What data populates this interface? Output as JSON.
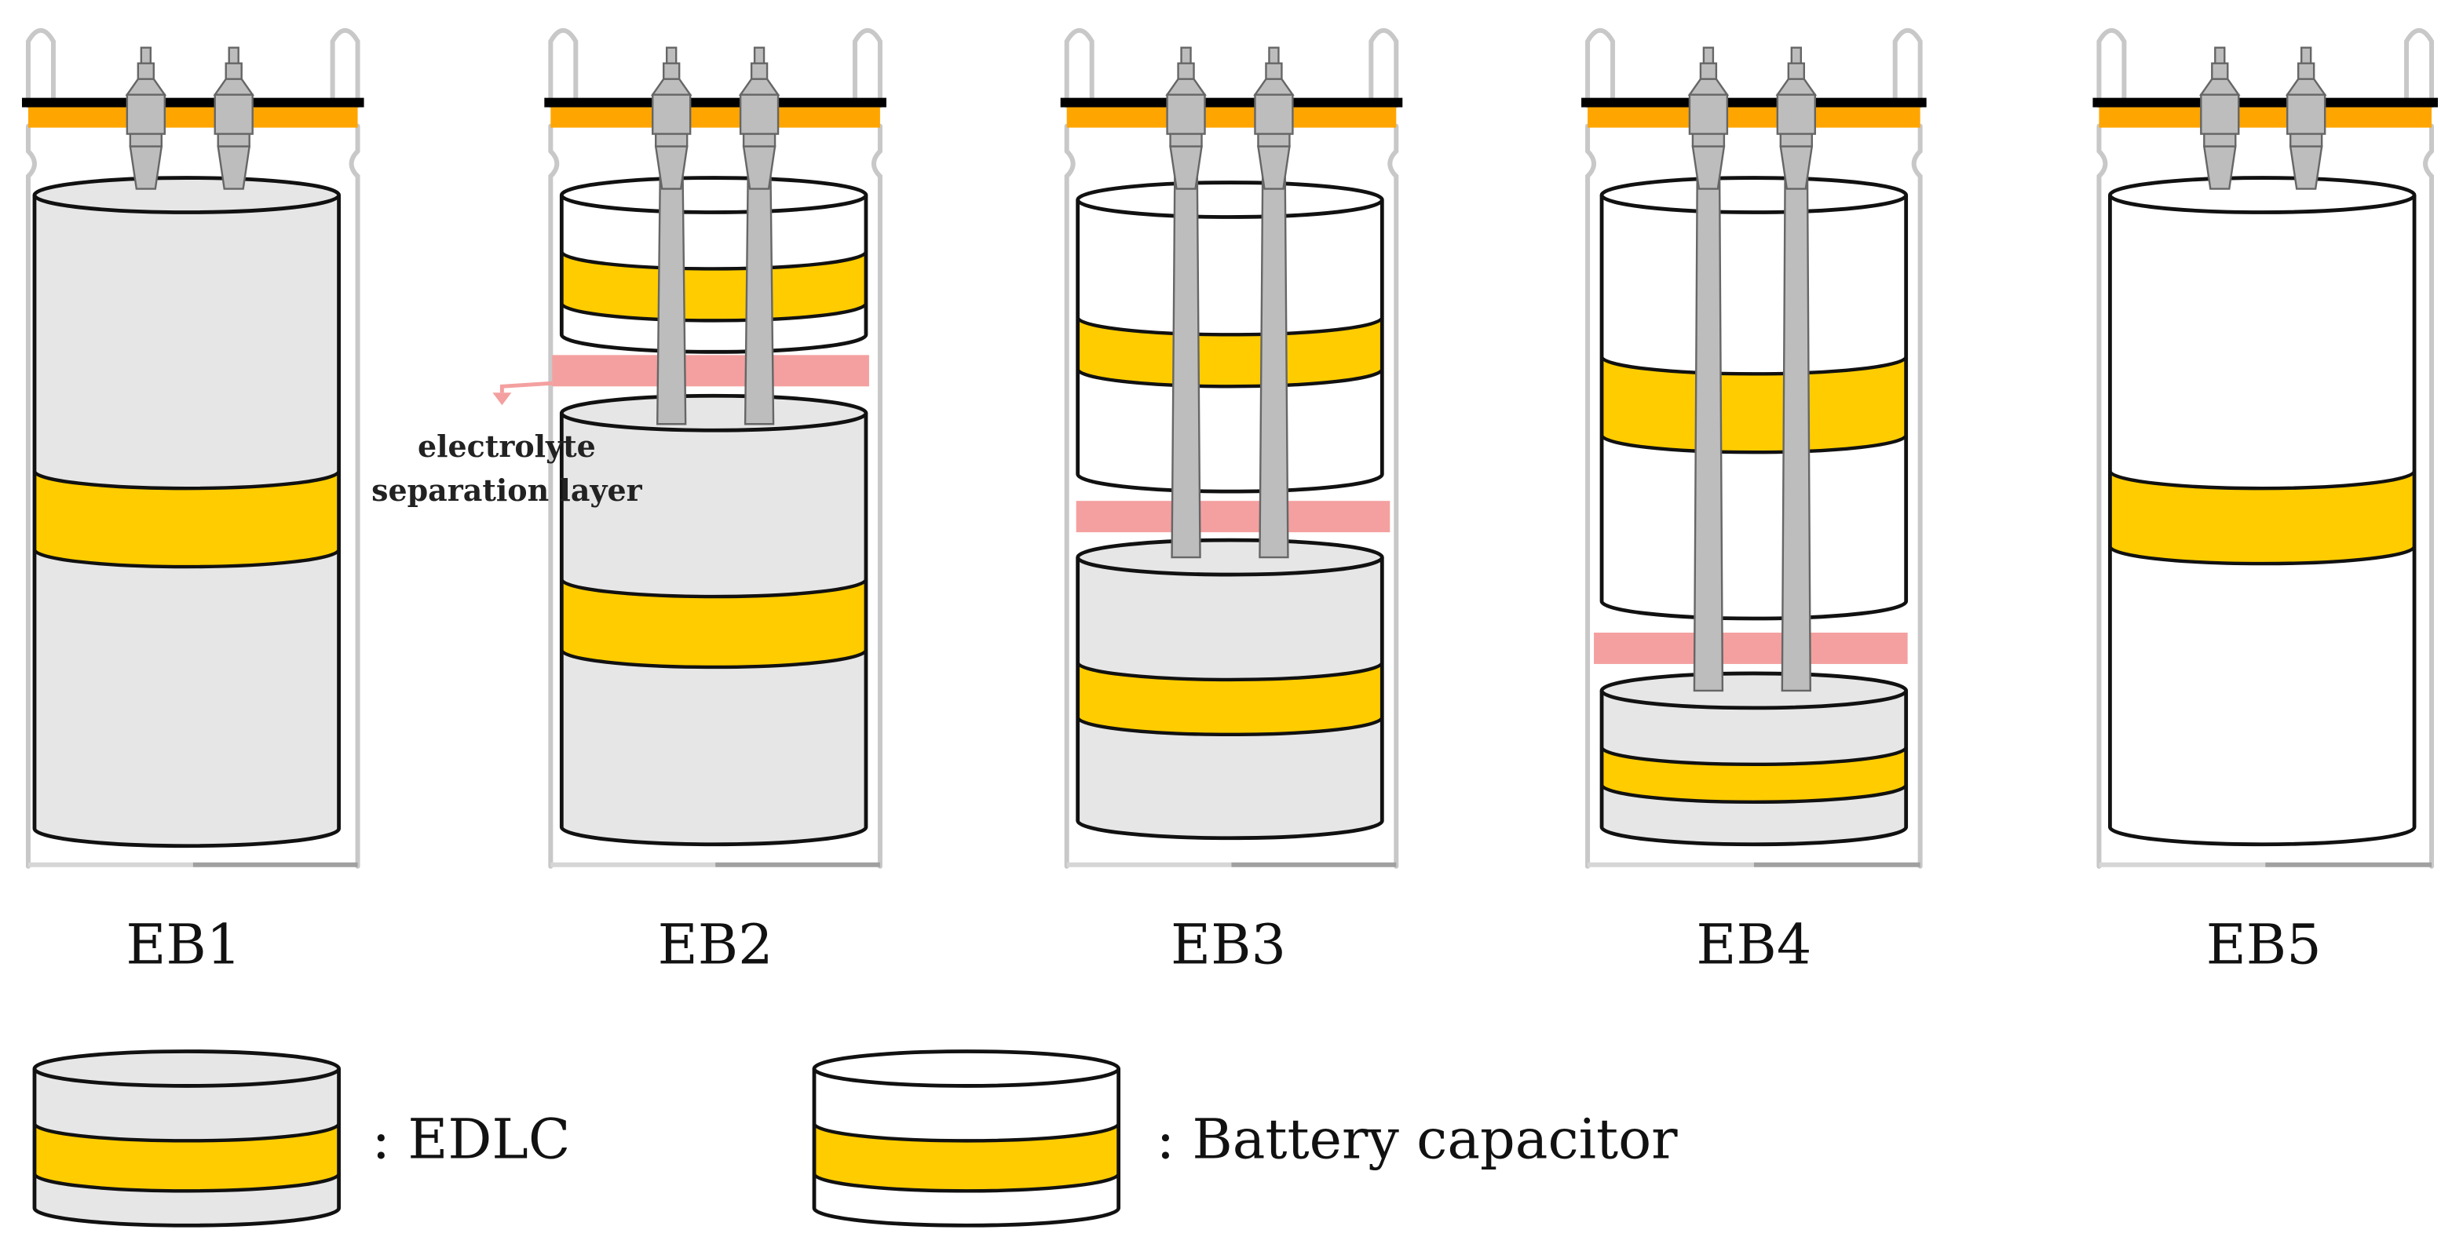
{
  "cells": [
    {
      "label": "EB1",
      "parts": [
        {
          "kind": "EDLC"
        }
      ]
    },
    {
      "label": "EB2",
      "parts": [
        {
          "kind": "Battery capacitor"
        },
        {
          "kind": "EDLC"
        }
      ]
    },
    {
      "label": "EB3",
      "parts": [
        {
          "kind": "Battery capacitor"
        },
        {
          "kind": "EDLC"
        }
      ]
    },
    {
      "label": "EB4",
      "parts": [
        {
          "kind": "Battery capacitor"
        },
        {
          "kind": "EDLC"
        }
      ]
    },
    {
      "label": "EB5",
      "parts": [
        {
          "kind": "Battery capacitor"
        }
      ]
    }
  ],
  "annotation": {
    "line1": "electrolyte",
    "line2": "separation layer"
  },
  "legend": {
    "edlc": ": EDLC",
    "battery": ": Battery capacitor"
  },
  "colors": {
    "edlc_fill": "#e6e6e6",
    "battery_fill": "#ffffff",
    "band": "#ffcc00",
    "lid": "#ffa500",
    "separator": "#f4a0a0",
    "can": "#c8c8c8",
    "terminal": "#bdbdbd"
  }
}
